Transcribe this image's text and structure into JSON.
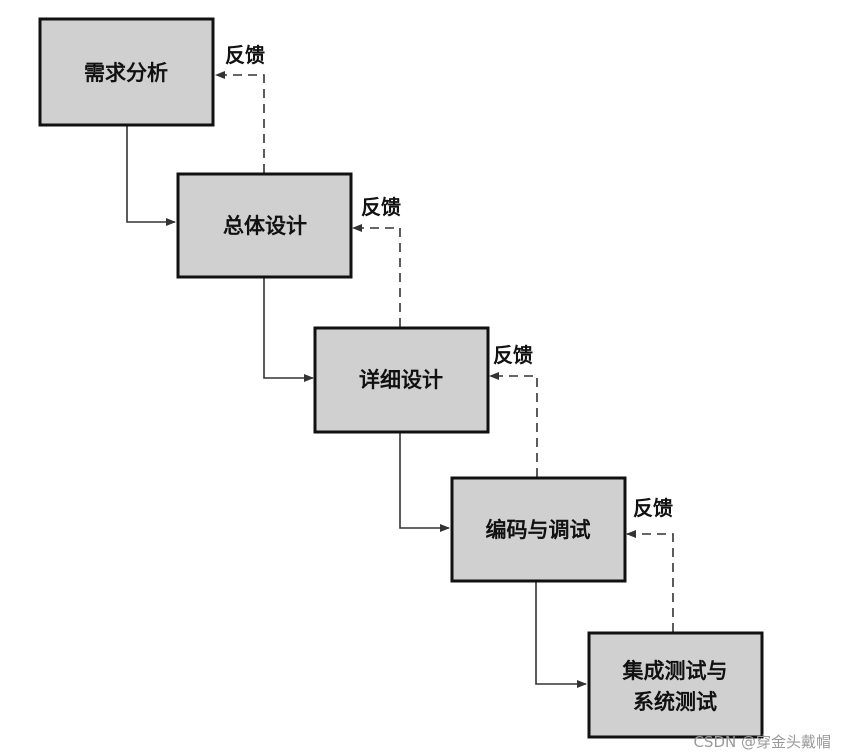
{
  "diagram": {
    "type": "waterfall-model",
    "stages": [
      {
        "lines": [
          "需求分析"
        ]
      },
      {
        "lines": [
          "总体设计"
        ]
      },
      {
        "lines": [
          "详细设计"
        ]
      },
      {
        "lines": [
          "编码与调试"
        ]
      },
      {
        "lines": [
          "集成测试与",
          "系统测试"
        ]
      }
    ],
    "feedback_label": "反馈",
    "colors": {
      "box_fill": "#d0d0d0",
      "box_stroke": "#111111",
      "line": "#333333"
    }
  },
  "watermark": "CSDN @穿金头戴帽"
}
